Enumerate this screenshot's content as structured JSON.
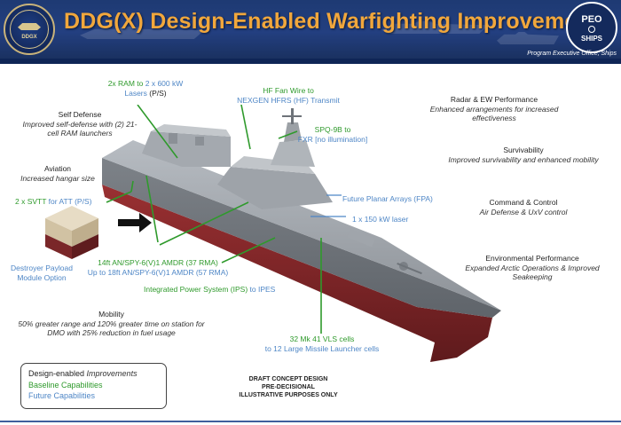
{
  "header": {
    "title": "DDG(X) Design-Enabled Warfighting Improvements",
    "org": "Program Executive Office, Ships",
    "seal_left_text": "DDGX",
    "seal_right_top": "PEO",
    "seal_right_bottom": "SHIPS"
  },
  "callouts": {
    "ram": {
      "green": "2x RAM to ",
      "blue": "2 x 600 kW Lasers",
      "tail": " (P/S)"
    },
    "hf": {
      "green": "HF Fan Wire to",
      "blue": "NEXGEN HFRS (HF) Transmit"
    },
    "spq": {
      "green": "SPQ-9B to",
      "blue": "FXR [no illumination]"
    },
    "fpa": {
      "blue": "Future Planar Arrays (FPA)"
    },
    "laser": {
      "blue": "1 x 150 kW laser"
    },
    "svtt": {
      "green": "2 x SVTT",
      "blue": " for ATT (P/S)"
    },
    "amdr": {
      "green": "14ft AN/SPY-6(V)1 AMDR (37 RMA)",
      "blue": "Up to 18ft AN/SPY-6(V)1 AMDR (57 RMA)"
    },
    "ips": {
      "green": "Integrated Power System (IPS)",
      "blue_mid": " to ",
      "blue": "IPES"
    },
    "vls": {
      "green": "32 Mk 41 VLS cells",
      "blue": "to 12 Large Missile Launcher cells"
    },
    "payload": {
      "blue": "Destroyer Payload Module Option"
    }
  },
  "left_notes": {
    "self_defense": {
      "title": "Self Defense",
      "text": "Improved self-defense with (2) 21-cell RAM launchers"
    },
    "aviation": {
      "title": "Aviation",
      "text": "Increased hangar size"
    },
    "mobility": {
      "title": "Mobility",
      "text": "50% greater range and 120% greater time on station for DMO with 25% reduction in fuel usage"
    }
  },
  "right_notes": {
    "radar": {
      "title": "Radar & EW Performance",
      "text": "Enhanced arrangements for increased effectiveness"
    },
    "survivability": {
      "title": "Survivability",
      "text": "Improved survivability and enhanced mobility"
    },
    "c2": {
      "title": "Command & Control",
      "text": "Air Defense & UxV control"
    },
    "environmental": {
      "title": "Environmental Performance",
      "text": "Expanded Arctic Operations & Improved Seakeeping"
    }
  },
  "legend": {
    "line1_a": "Design-enabled ",
    "line1_b": "Improvements",
    "line2": "Baseline Capabilities",
    "line3": "Future Capabilities"
  },
  "draft": {
    "line1": "DRAFT CONCEPT DESIGN",
    "line2": "PRE-DECISIONAL",
    "line3": "ILLUSTRATIVE PURPOSES ONLY"
  },
  "colors": {
    "header_bg": "#233f80",
    "title": "#f1a73c",
    "baseline_green": "#2f9a2c",
    "future_blue": "#4e86c6",
    "hull_gray": "#8c9197",
    "hull_red": "#8a2a2c"
  }
}
